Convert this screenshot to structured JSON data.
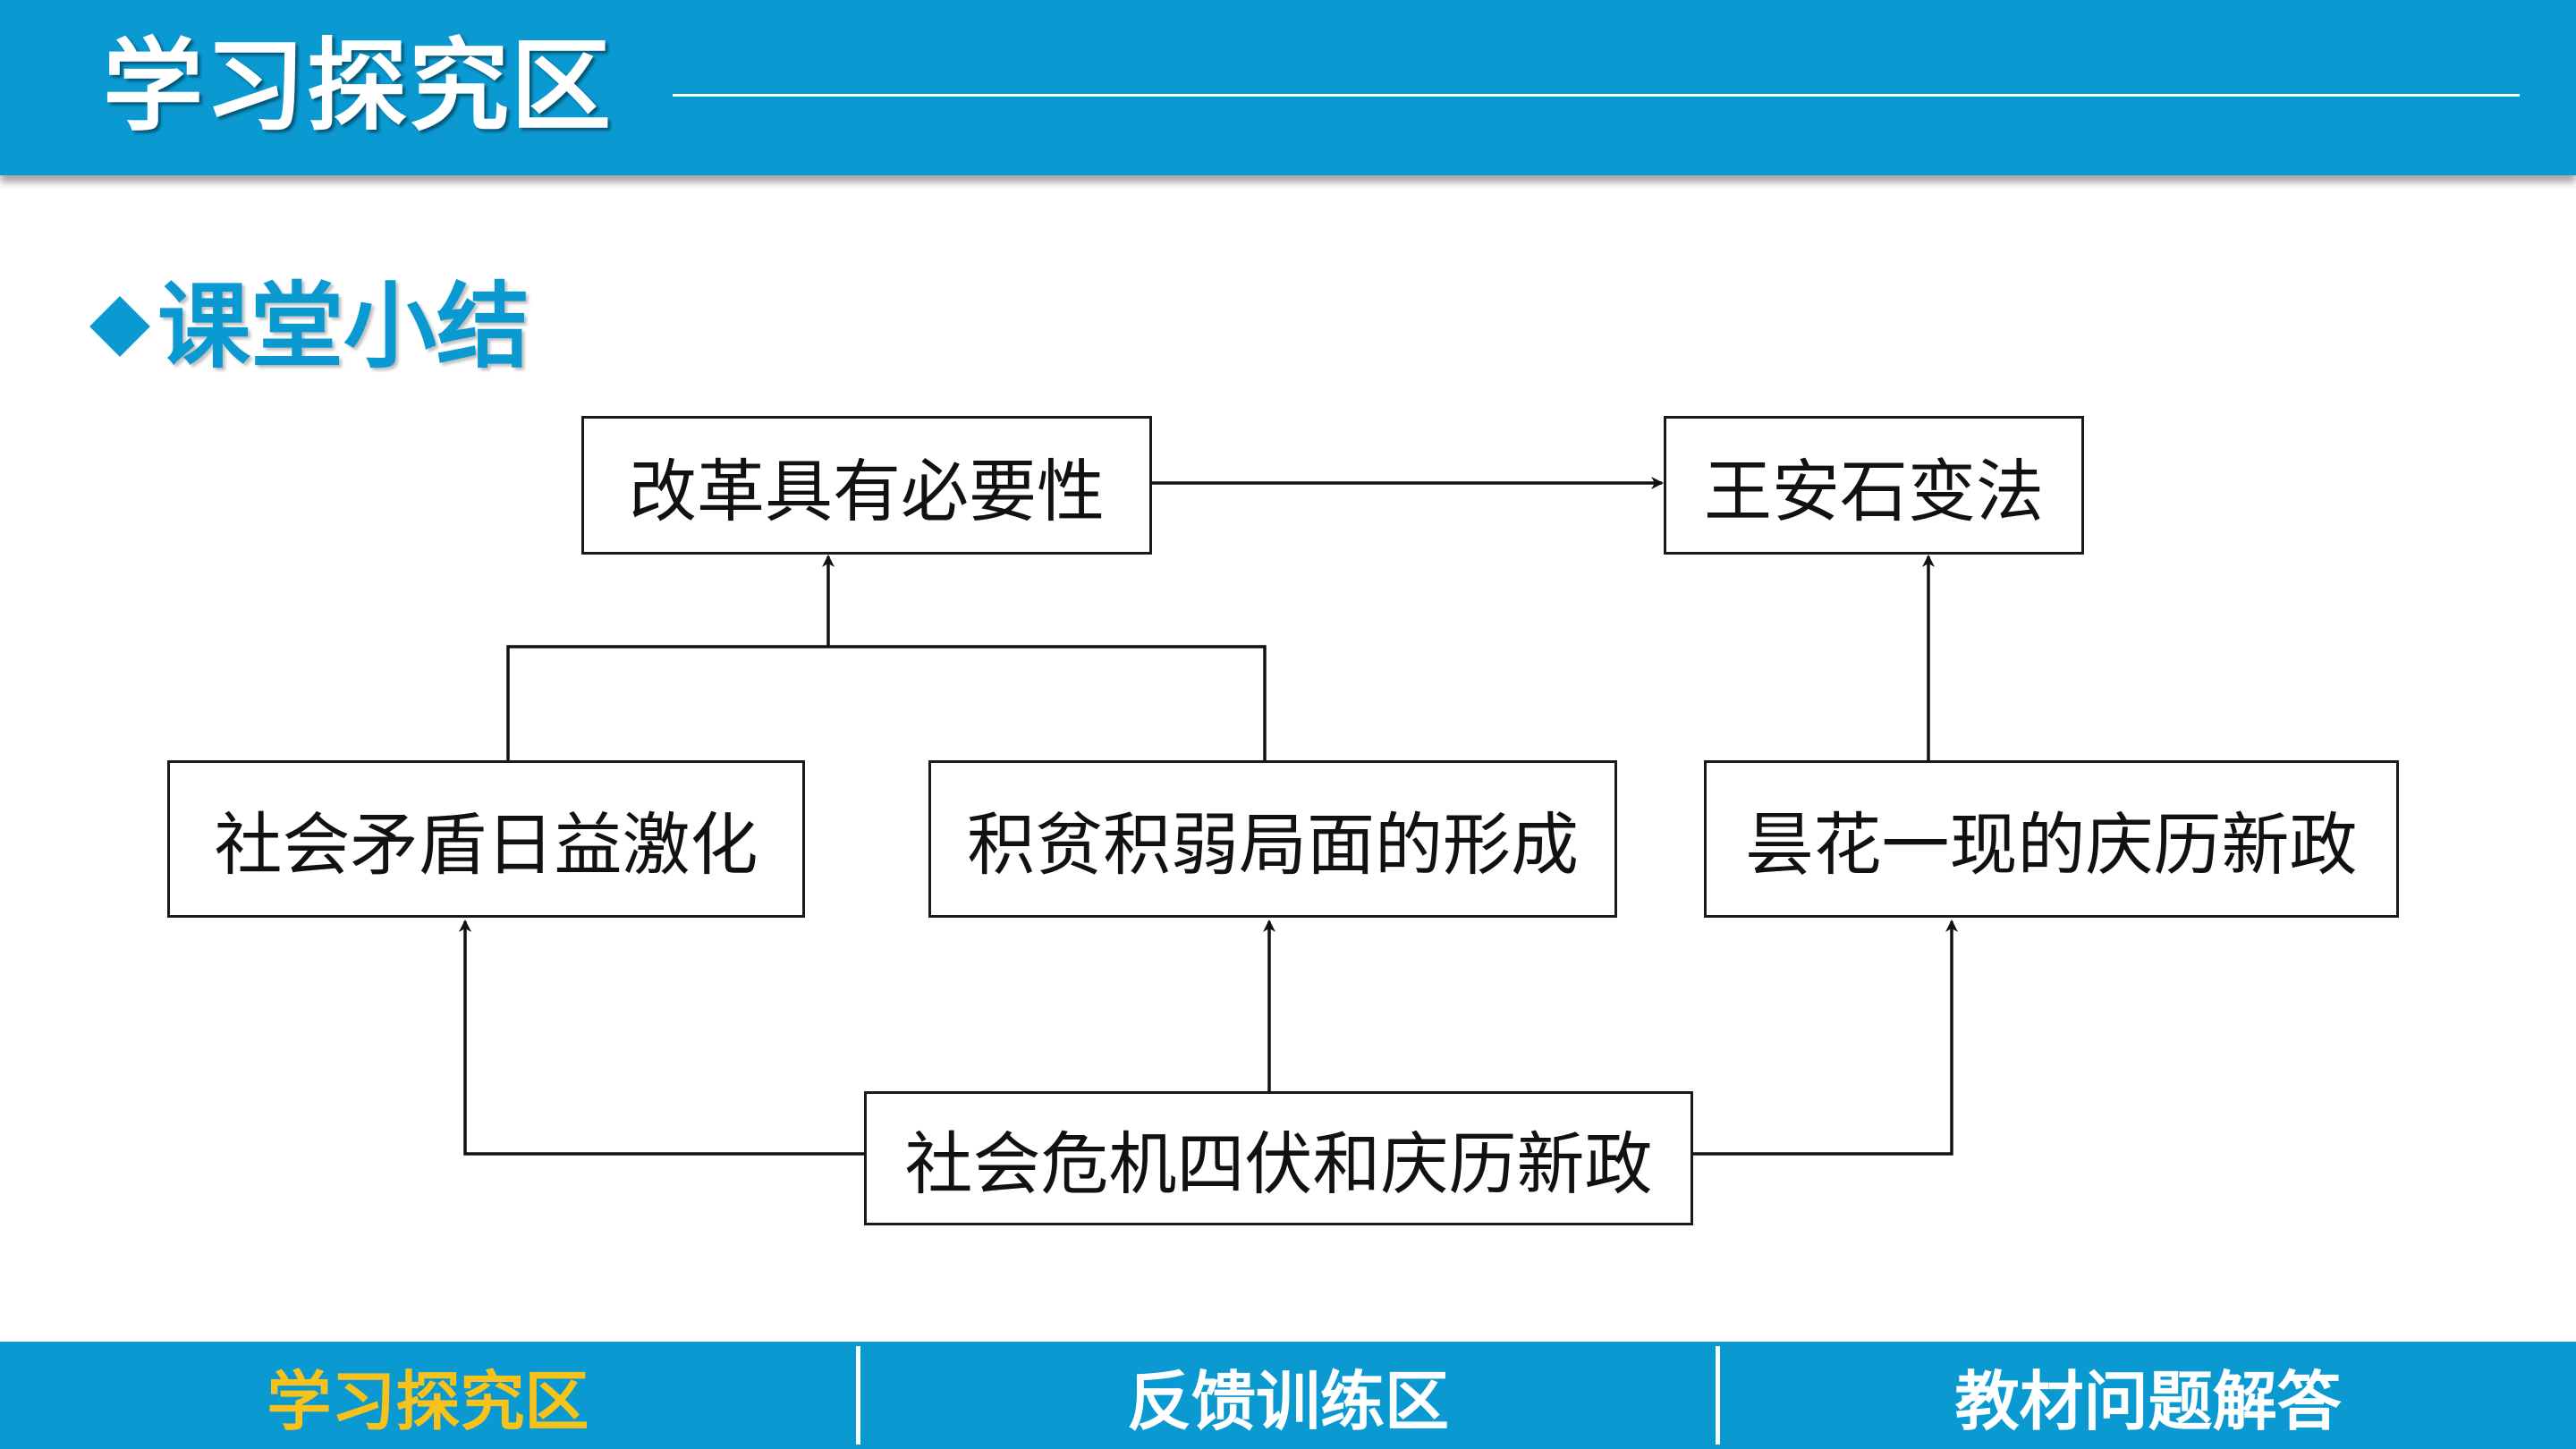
{
  "header": {
    "title": "学习探究区"
  },
  "section": {
    "heading": "课堂小结"
  },
  "diagram": {
    "nodes": {
      "necessity": "改革具有必要性",
      "wang_anshi": "王安石变法",
      "social_conflict": "社会矛盾日益激化",
      "poverty_weakness": "积贫积弱局面的形成",
      "qingli_brief": "昙花一现的庆历新政",
      "crisis": "社会危机四伏和庆历新政"
    },
    "edges": [
      [
        "crisis",
        "social_conflict"
      ],
      [
        "crisis",
        "poverty_weakness"
      ],
      [
        "crisis",
        "qingli_brief"
      ],
      [
        "social_conflict",
        "necessity"
      ],
      [
        "poverty_weakness",
        "necessity"
      ],
      [
        "qingli_brief",
        "wang_anshi"
      ],
      [
        "necessity",
        "wang_anshi"
      ]
    ]
  },
  "footer": {
    "tabs": [
      {
        "label": "学习探究区",
        "active": true
      },
      {
        "label": "反馈训练区",
        "active": false
      },
      {
        "label": "教材问题解答",
        "active": false
      }
    ]
  },
  "colors": {
    "brand": "#0a99d1",
    "active_tab": "#f6c21b"
  }
}
